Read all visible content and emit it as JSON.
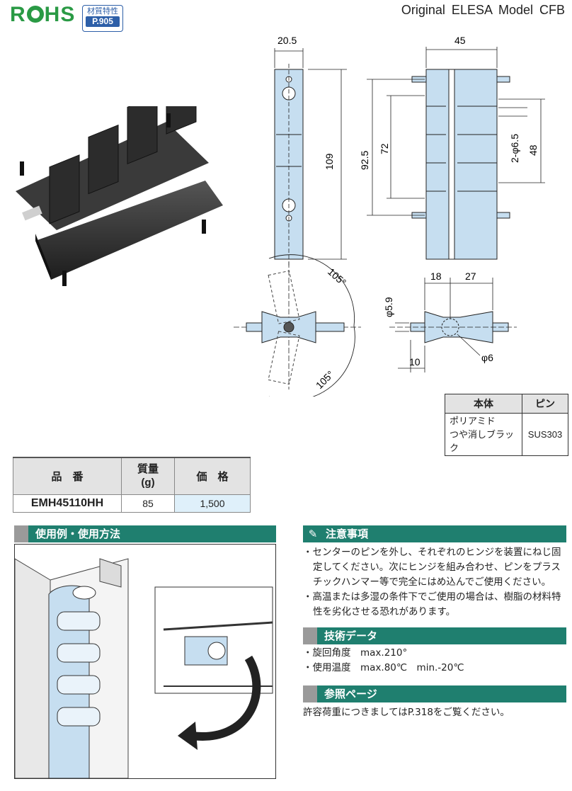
{
  "header": {
    "rohs_logo": "RoHS",
    "material_badge_top": "材質特性",
    "material_badge_page": "P.905",
    "model": "Original ELESA Model CFB"
  },
  "dimensions": {
    "top": [
      "20.5",
      "45"
    ],
    "vertical": [
      "109",
      "92.5",
      "72",
      "2-φ6.5",
      "48"
    ],
    "rotation": [
      "105°",
      "105°"
    ],
    "side": [
      "18",
      "27",
      "φ5.9",
      "10",
      "φ6"
    ]
  },
  "material_table": {
    "headers": [
      "本体",
      "ピン"
    ],
    "body_line1": "ポリアミド",
    "body_line2": "つや消しブラック",
    "pin": "SUS303"
  },
  "product_table": {
    "headers": {
      "part": "品　番",
      "mass_line1": "質量",
      "mass_line2": "(g)",
      "price": "価　格"
    },
    "row": {
      "part": "EMH45110HH",
      "mass": "85",
      "price": "1,500"
    }
  },
  "sections": {
    "usage": "使用例・使用方法",
    "caution": "注意事項",
    "tech": "技術データ",
    "ref": "参照ページ"
  },
  "caution_items": [
    "・センターのピンを外し、それぞれのヒンジを装置にねじ固定してください。次にヒンジを組み合わせ、ピンをプラスチックハンマー等で完全にはめ込んでご使用ください。",
    "・高温または多湿の条件下でご使用の場合は、樹脂の材料特性を劣化させる恐れがあります。"
  ],
  "tech_items": [
    "・旋回角度　max.210°",
    "・使用温度　max.80℃　min.-20℃"
  ],
  "ref_text": "許容荷重につきましてはP.318をご覧ください。",
  "colors": {
    "accent_teal": "#1f7f6f",
    "part_blue": "#c6def0",
    "rohs_green": "#2a9a45"
  }
}
